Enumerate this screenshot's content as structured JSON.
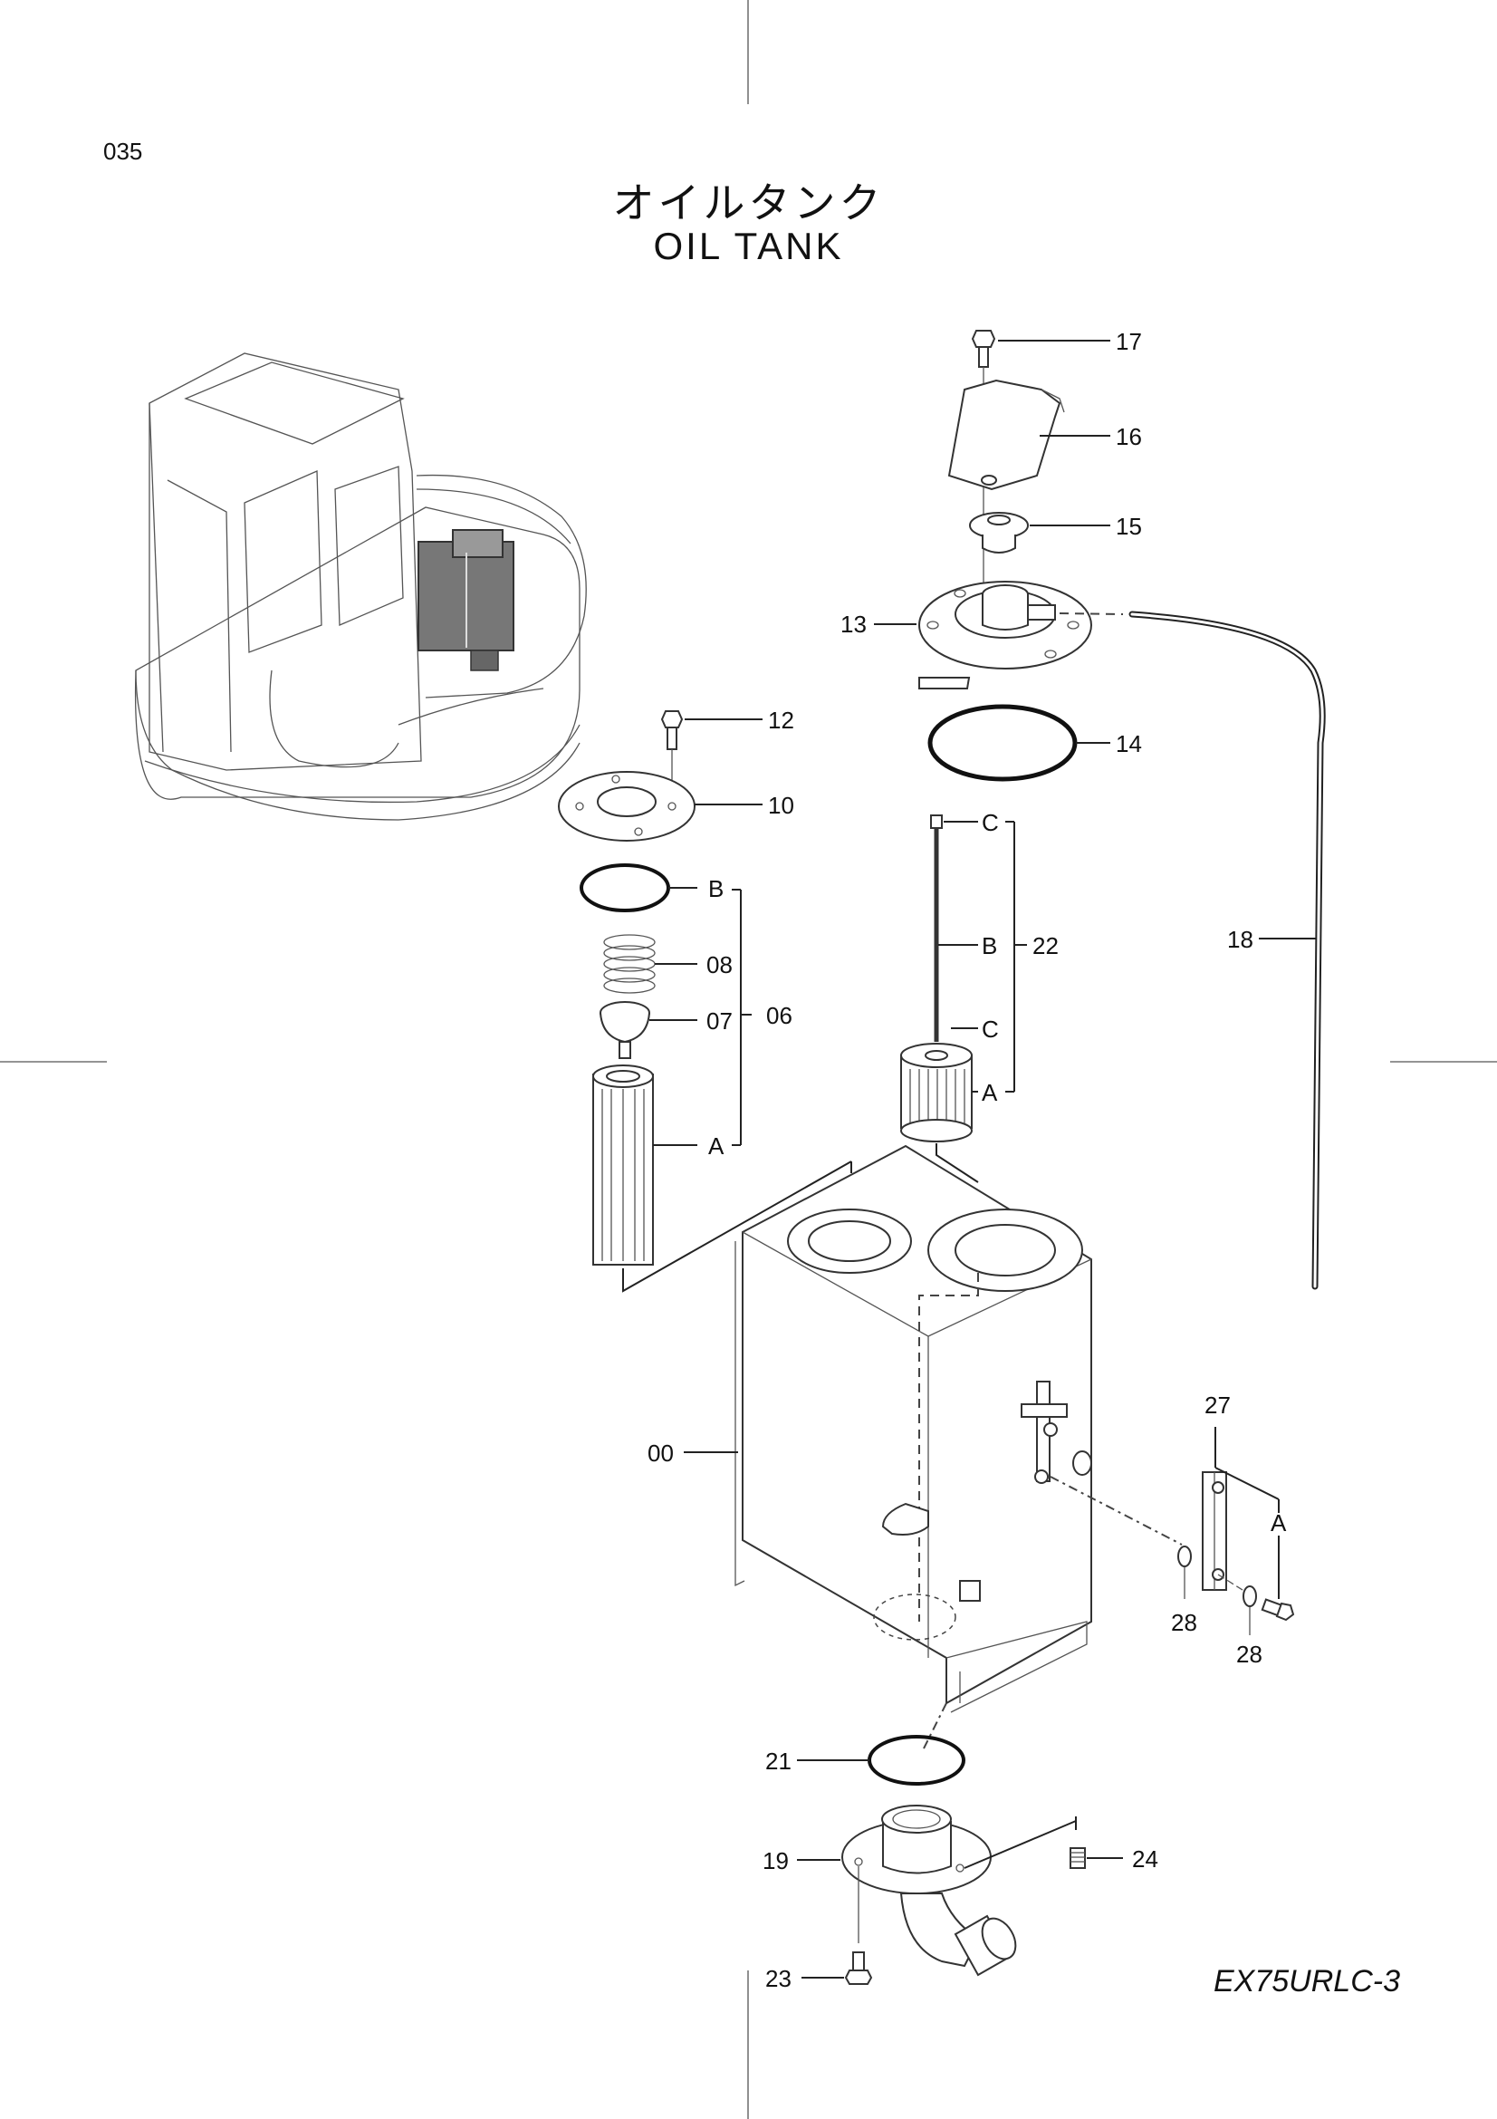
{
  "page": {
    "number": "035"
  },
  "title": {
    "japanese": "オイルタンク",
    "english": "OIL  TANK"
  },
  "model": "EX75URLC-3",
  "callouts": {
    "c17": "17",
    "c16": "16",
    "c15": "15",
    "c13": "13",
    "c14": "14",
    "c12": "12",
    "c10": "10",
    "c08": "08",
    "c07": "07",
    "c06": "06",
    "c22": "22",
    "c18": "18",
    "c00": "00",
    "c27": "27",
    "c28a": "28",
    "c28b": "28",
    "c21": "21",
    "c19": "19",
    "c24": "24",
    "c23": "23"
  },
  "sub_labels": {
    "b06": "B",
    "a06": "A",
    "c22_top": "C",
    "b22": "B",
    "c22_mid": "C",
    "a22": "A",
    "a27": "A"
  }
}
